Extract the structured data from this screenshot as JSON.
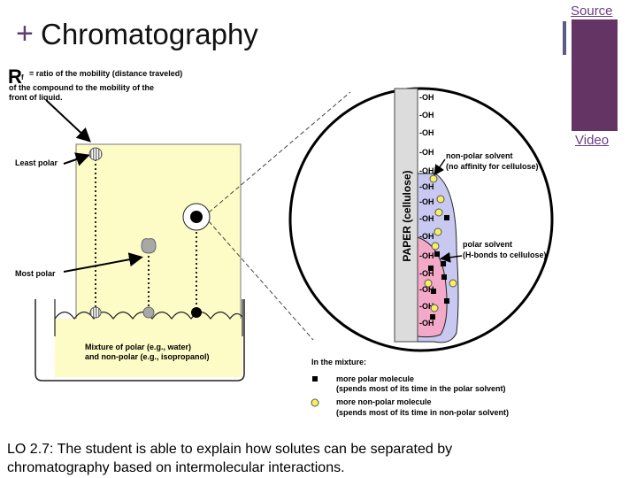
{
  "slide": {
    "title_prefix": "+",
    "title": "Chromatography",
    "source_link": "Source",
    "video_link": "Video",
    "learning_objective": "LO 2.7:  The student is able to explain how solutes can be separated by chromatography based on intermolecular interactions.",
    "accent_color": "#643564"
  },
  "diagram": {
    "rf_symbol": "R",
    "rf_subscript": "f",
    "rf_definition": [
      "= ratio of the mobility (distance traveled)",
      "of the compound to the mobility of the",
      "front of liquid."
    ],
    "least_polar_label": "Least polar",
    "most_polar_label": "Most polar",
    "mixture_label": [
      "Mixture of polar (e.g., water)",
      "and non-polar (e.g., isopropanol)"
    ],
    "paper_label": "PAPER (cellulose)",
    "oh_label": "-OH",
    "nonpolar_solvent_label": [
      "non-polar solvent",
      "(no affinity for cellulose)"
    ],
    "polar_solvent_label": [
      "polar solvent",
      "(H-bonds to cellulose)"
    ],
    "legend": {
      "heading": "In the mixture:",
      "more_polar": "more polar molecule",
      "more_polar_note": "(spends most of its time in the polar solvent)",
      "more_nonpolar": "more non-polar molecule",
      "more_nonpolar_note": "(spends most of its time in non-polar solvent)"
    },
    "colors": {
      "paper_yellow": "#fdfbc6",
      "nonpolar_solvent": "#c8c8f0",
      "polar_solvent": "#f4a9c8",
      "nonpolar_dot": "#f6f060",
      "polar_square": "#000000"
    }
  }
}
